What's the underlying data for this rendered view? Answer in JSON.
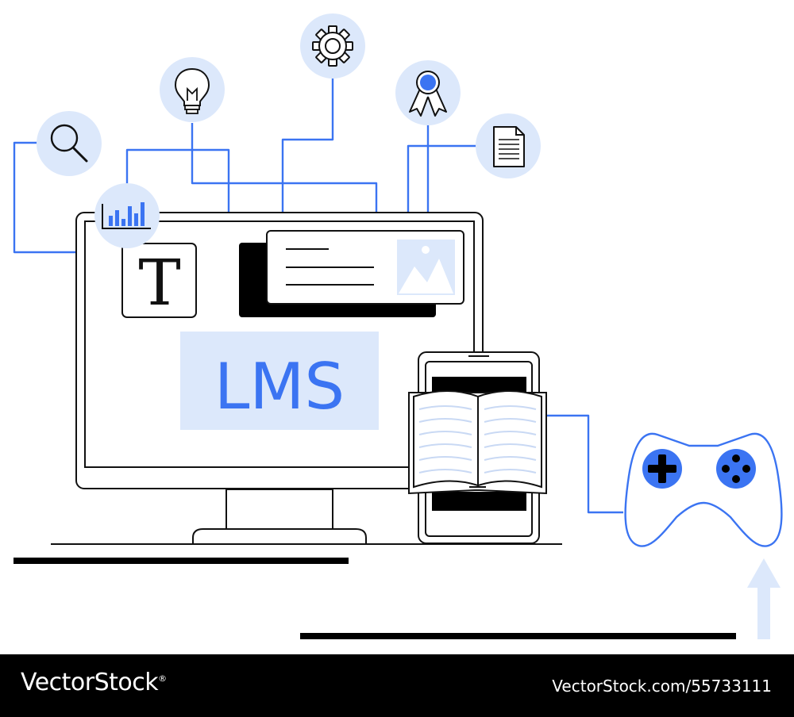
{
  "illustration": {
    "screen_label": "LMS",
    "text_tool_glyph": "T",
    "icons": [
      "search-icon",
      "bar-chart-icon",
      "lightbulb-icon",
      "gear-icon",
      "award-ribbon-icon",
      "document-icon",
      "open-book-icon",
      "gamepad-icon",
      "image-icon",
      "up-arrow-icon"
    ],
    "colors": {
      "accent": "#3b74f2",
      "accent_soft": "#dce8fb",
      "outline": "#111111",
      "book_line": "#c9d9f4"
    }
  },
  "footer": {
    "brand": "VectorStock",
    "brand_mark": "®",
    "stock_id": "VectorStock.com/55733111"
  }
}
